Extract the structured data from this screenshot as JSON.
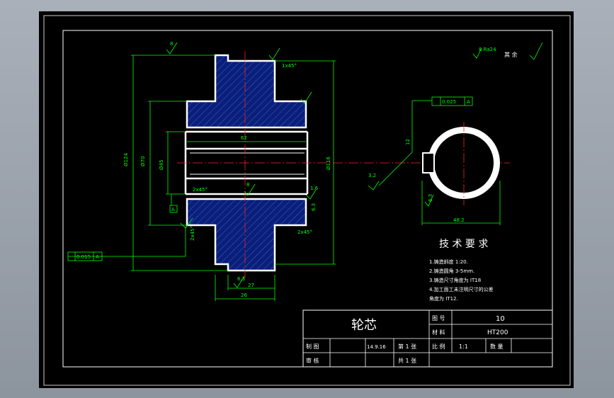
{
  "part": {
    "name": "轮芯",
    "drawing_no_label": "图  号",
    "drawing_no": "10",
    "material_label": "材  料",
    "material": "HT200",
    "scale_label": "比  例",
    "scale": "1:1",
    "quantity_label": "数  量",
    "drawn_label": "制  图",
    "checked_label": "审  核",
    "date": "14.9.16",
    "sheet_label": "第 1 张",
    "total_label": "共 1 张"
  },
  "requirements": {
    "title": "技 术 要 求",
    "items": [
      "1.铸造斜度 1:20.",
      "2.铸造圆角 3-5mm.",
      "3.铸造尺寸角度为 IT18",
      "4.加工面工未注明尺寸的公差",
      "  角度为 IT12."
    ]
  },
  "dimensions": {
    "d124": "Ø124",
    "d70": "Ø70",
    "d45": "Ø45",
    "d116": "Ø116",
    "len62": "62",
    "len27": "27",
    "len26": "26",
    "key": "48.2",
    "keyw": "12",
    "ch1": "1x45°",
    "ch2": "2x45°",
    "ch3": "2x45°",
    "ch4": "2x45°",
    "r8a": "8",
    "r8b": "8",
    "r16": "1.6",
    "r63a": "6.3",
    "r63b": "6.3",
    "r63c": "6.3",
    "r32": "3.2",
    "tol1": "0.015",
    "tol2": "0.025",
    "datum": "A",
    "rest": "其 余",
    "note_top": "8  Ra24"
  },
  "colors": {
    "sheet": "#000000",
    "lines": "#ffffff",
    "dims": "#00ff00",
    "center": "#ff2020",
    "hatch": "#0a1f7a"
  }
}
